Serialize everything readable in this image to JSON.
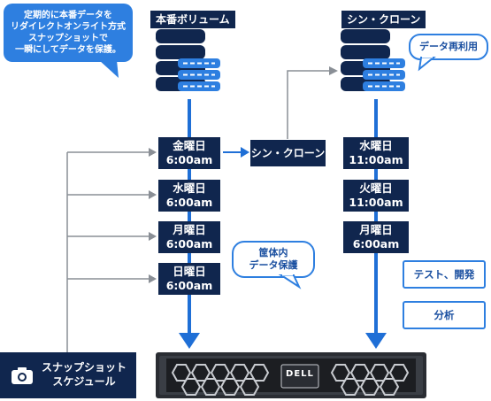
{
  "callout_top": {
    "line1": "定期的に本番データを",
    "line2": "リダイレクトオンライト方式",
    "line3": "スナップショットで",
    "line4": "一瞬にしてデータを保護。"
  },
  "production_volume": "本番ボリューム",
  "thin_clone": "シン・クローン",
  "thin_clone_box": "シン・クローン",
  "data_reuse": "データ再利用",
  "chassis_callout": {
    "line1": "筐体内",
    "line2": "データ保護"
  },
  "left_snapshots": [
    {
      "day": "金曜日",
      "time": "6:00am"
    },
    {
      "day": "水曜日",
      "time": "6:00am"
    },
    {
      "day": "月曜日",
      "time": "6:00am"
    },
    {
      "day": "日曜日",
      "time": "6:00am"
    }
  ],
  "right_snapshots": [
    {
      "day": "水曜日",
      "time": "11:00am"
    },
    {
      "day": "火曜日",
      "time": "11:00am"
    },
    {
      "day": "月曜日",
      "time": "6:00am"
    }
  ],
  "uses": {
    "test_dev": "テスト、開発",
    "analytics": "分析"
  },
  "schedule": {
    "line1": "スナップショット",
    "line2": "スケジュール"
  },
  "appliance_logo": "DELL",
  "colors": {
    "navy": "#10264e",
    "blue": "#1f6fd6",
    "light_blue": "#2e7fe0",
    "gray_arrow": "#8a8f96"
  }
}
